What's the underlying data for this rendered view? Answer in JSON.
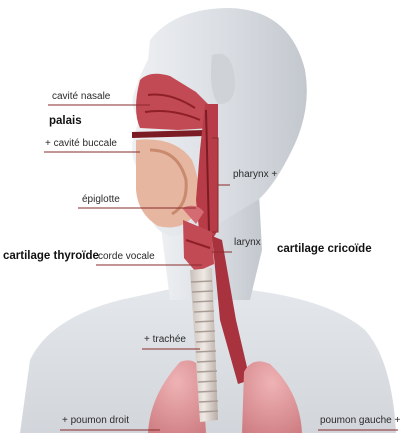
{
  "labels": {
    "cavite_nasale": "cavité nasale",
    "palais": "palais",
    "cavite_buccale": "+ cavité buccale",
    "pharynx": "pharynx +",
    "epiglotte": "épiglotte",
    "larynx": "larynx",
    "cartilage_thyroide": "cartilage thyroïde",
    "cartilage_cricoide": "cartilage cricoïde",
    "corde_vocale": "corde vocale",
    "trachee": "+ trachée",
    "poumon_droit": "+ poumon droit",
    "poumon_gauche": "poumon gauche +"
  },
  "colors": {
    "skin": "#dfe2e6",
    "tissue": "#c9505a",
    "tissue_dark": "#8f1f28",
    "lung": "#e0989c",
    "label_line": "#8a2b2b"
  }
}
